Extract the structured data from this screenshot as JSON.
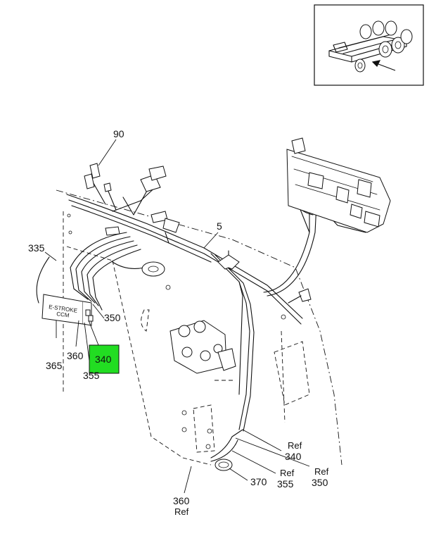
{
  "callouts": {
    "c90": "90",
    "c5": "5",
    "c335": "335",
    "c350": "350",
    "c340_highlight": "340",
    "c360": "360",
    "c365": "365",
    "c355": "355",
    "ref340_ref": "Ref",
    "ref340_num": "340",
    "ref355_ref": "Ref",
    "ref355_num": "355",
    "ref350_ref": "Ref",
    "ref350_num": "350",
    "c370": "370",
    "ref360_num": "360",
    "ref360_ref": "Ref"
  },
  "module_label": {
    "line1": "E-STROKE",
    "line2": "CCM"
  },
  "colors": {
    "highlight": "#22dd22",
    "ink": "#111111",
    "background": "#ffffff"
  }
}
